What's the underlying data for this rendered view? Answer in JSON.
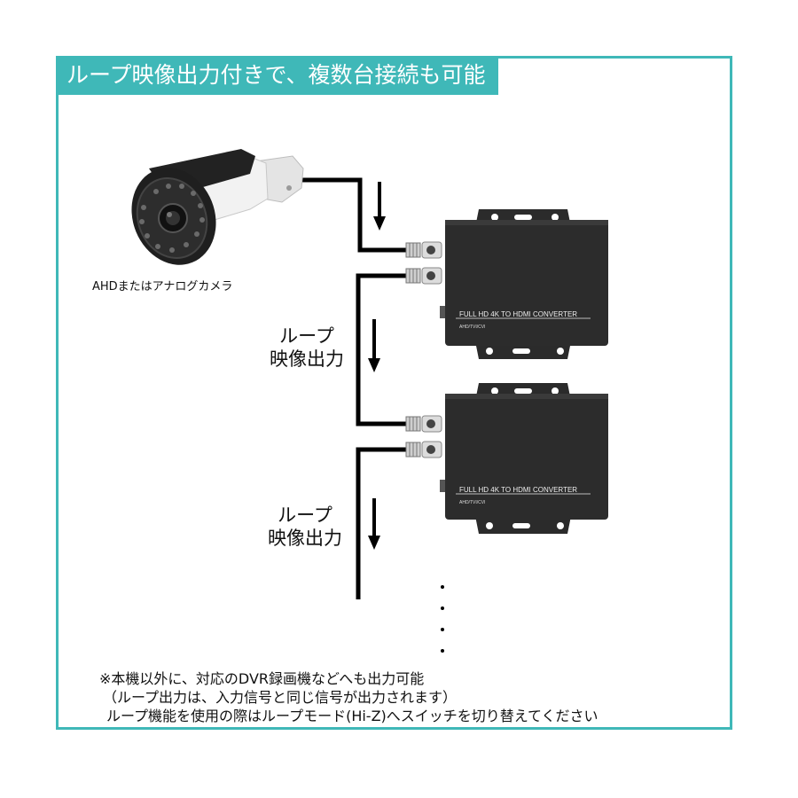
{
  "header": {
    "title": "ループ映像出力付きで、複数台接続も可能"
  },
  "camera": {
    "label": "AHDまたはアナログカメラ",
    "icon": "bullet-camera-icon"
  },
  "devices": [
    {
      "name": "FULL HD 4K TO HDMI CONVERTER",
      "sub": "AHD/TVI/CVI"
    },
    {
      "name": "FULL HD 4K TO HDMI CONVERTER",
      "sub": "AHD/TVI/CVI"
    }
  ],
  "loop_labels": [
    {
      "line1": "ループ",
      "line2": "映像出力"
    },
    {
      "line1": "ループ",
      "line2": "映像出力"
    }
  ],
  "notes": [
    "※本機以外に、対応のDVR録画機などへも出力可能",
    "（ループ出力は、入力信号と同じ信号が出力されます）",
    "ループ機能を使用の際はループモード(Hi-Z)へスイッチを切り替えてください"
  ],
  "colors": {
    "accent": "#3fb8b8",
    "device": "#2b2b2b",
    "cable": "#000000"
  }
}
